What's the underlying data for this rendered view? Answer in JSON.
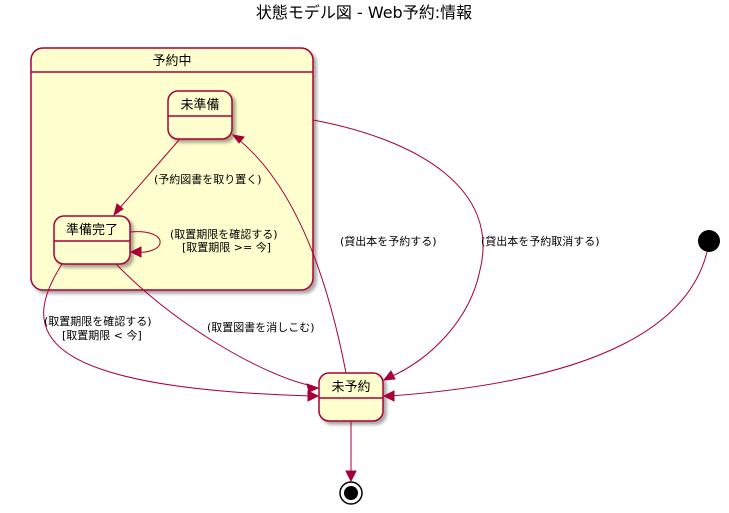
{
  "title": "状態モデル図 - Web予約:情報",
  "colors": {
    "state_fill": "#FEFECE",
    "state_border": "#A80036",
    "arrow": "#A80036",
    "initial": "#000000"
  },
  "states": {
    "composite": "予約中",
    "not_ready": "未準備",
    "ready": "準備完了",
    "unreserved": "未予約"
  },
  "transitions": {
    "set_aside": "(予約図書を取り置く)",
    "self_check_1": "(取置期限を確認する)",
    "self_check_2": "[取置期限 >= 今]",
    "expire_1": "(取置期限を確認する)",
    "expire_2": "[取置期限 < 今]",
    "cancel_hold": "(取置図書を消しこむ)",
    "reserve": "(貸出本を予約する)",
    "cancel_reserve": "(貸出本を予約取消する)"
  }
}
